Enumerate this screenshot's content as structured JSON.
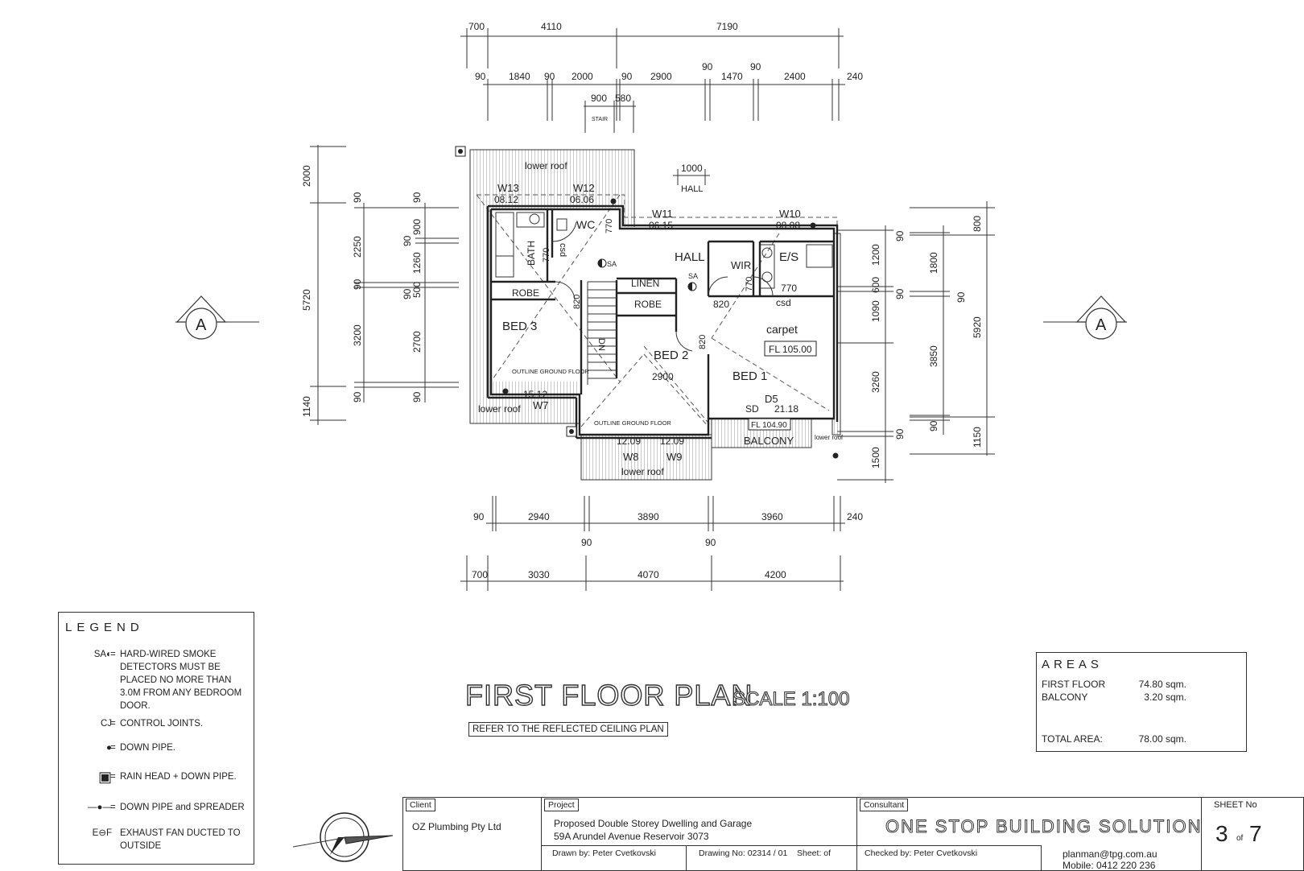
{
  "drawing": {
    "title": "FIRST FLOOR PLAN",
    "scale": "SCALE 1:100",
    "note": "REFER TO THE REFLECTED CEILING PLAN",
    "section_marker": "A"
  },
  "dimensions": {
    "top_overall": [
      "700",
      "4110",
      "7190"
    ],
    "top_detail": [
      "90",
      "1840",
      "90",
      "2000",
      "90",
      "2900",
      "90",
      "1470",
      "90",
      "2400",
      "240"
    ],
    "stair": [
      "900",
      "580"
    ],
    "stair_label": "STAIR",
    "hall_dim": "1000",
    "hall_label": "HALL",
    "bottom_detail": [
      "90",
      "2940",
      "3890",
      "3960",
      "240"
    ],
    "bottom_mid": [
      "90",
      "90"
    ],
    "bottom_overall": [
      "700",
      "3030",
      "4070",
      "4200"
    ],
    "left_outer": [
      "2000",
      "5720",
      "1140"
    ],
    "left_mid": [
      "90",
      "2250",
      "90",
      "3200",
      "90"
    ],
    "left_inner": [
      "90",
      "900",
      "90",
      "1260",
      "500",
      "90",
      "2700",
      "90"
    ],
    "right_inner": [
      "1200",
      "600",
      "1090",
      "3260",
      "90",
      "1500"
    ],
    "right_mid": [
      "90",
      "1800",
      "90",
      "3850",
      "90"
    ],
    "right_outer": [
      "800",
      "90",
      "5920",
      "1150"
    ]
  },
  "rooms": {
    "lower_roof": "lower roof",
    "bath": "BATH",
    "wc": "WC",
    "robe": "ROBE",
    "linen": "LINEN",
    "bed3": "BED 3",
    "bed2": "BED 2",
    "bed1": "BED 1",
    "hall": "HALL",
    "wir": "WIR",
    "es": "E/S",
    "carpet": "carpet",
    "balcony": "BALCONY",
    "outline_ground": "OUTLINE GROUND FLOOR",
    "dn": "DN",
    "csd": "csd",
    "sa": "SA",
    "fl1": "FL 105.00",
    "fl2": "FL 104.90",
    "d5": "D5",
    "sd": "SD",
    "sd_val": "21.18"
  },
  "windows": [
    {
      "id": "W13",
      "size": "08.12"
    },
    {
      "id": "W12",
      "size": "06.06"
    },
    {
      "id": "W11",
      "size": "06.15"
    },
    {
      "id": "W10",
      "size": "08.08"
    },
    {
      "id": "W7",
      "size": "15.12"
    },
    {
      "id": "W8",
      "size": "12.09"
    },
    {
      "id": "W9",
      "size": "12.09"
    }
  ],
  "door_widths": [
    "770",
    "770",
    "820",
    "820",
    "820",
    "770",
    "770",
    "2900"
  ],
  "legend": {
    "title": "LEGEND",
    "items": [
      {
        "symbol": "SA◐",
        "text": "HARD-WIRED SMOKE DETECTORS MUST BE PLACED NO MORE THAN 3.0M FROM ANY BEDROOM DOOR."
      },
      {
        "symbol": "CJ",
        "text": "CONTROL JOINTS."
      },
      {
        "symbol": "●",
        "text": "DOWN PIPE."
      },
      {
        "symbol": "▣",
        "text": "RAIN HEAD + DOWN PIPE."
      },
      {
        "symbol": "—●—",
        "text": "DOWN PIPE and SPREADER"
      },
      {
        "symbol": "E⊖F",
        "text": "EXHAUST FAN DUCTED TO OUTSIDE"
      }
    ]
  },
  "areas": {
    "title": "AREAS",
    "rows": [
      {
        "label": "FIRST FLOOR",
        "value": "74.80 sqm."
      },
      {
        "label": "BALCONY",
        "value": "3.20 sqm."
      }
    ],
    "total_label": "TOTAL AREA:",
    "total_value": "78.00 sqm."
  },
  "titleblock": {
    "client_label": "Client",
    "client": "OZ Plumbing Pty Ltd",
    "project_label": "Project",
    "project_line1": "Proposed Double Storey Dwelling and Garage",
    "project_line2": "59A Arundel Avenue Reservoir 3073",
    "drawn_by": "Drawn by: Peter Cvetkovski",
    "drawing_no": "Drawing No: 02314 / 01",
    "sheet_of": "Sheet: of",
    "consultant_label": "Consultant",
    "consultant": "ONE STOP BUILDING SOLUTIONS",
    "checked_by": "Checked by: Peter Cvetkovski",
    "email": "planman@tpg.com.au",
    "mobile": "Mobile: 0412 220 236",
    "sheet_label": "SHEET No",
    "sheet_num": "3",
    "sheet_of_word": "of",
    "sheet_total": "7"
  }
}
